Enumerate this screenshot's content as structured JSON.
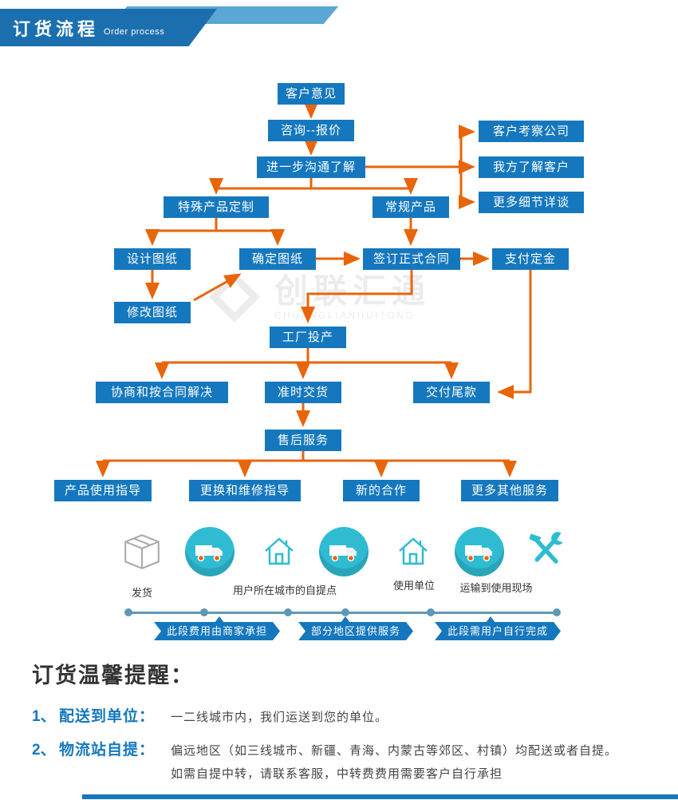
{
  "header": {
    "title": "订货流程",
    "subtitle": "Order process"
  },
  "watermark": {
    "text": "创联汇通",
    "sub": "CHUANGLIANHUITONG"
  },
  "colors": {
    "accent_blue": "#1578be",
    "arrow_orange": "#e8650a",
    "icon_teal": "#2fbcd3"
  },
  "flow": {
    "nodes": [
      {
        "label": "客户意见"
      },
      {
        "label": "咨询--报价"
      },
      {
        "label": "进一步沟通了解"
      },
      {
        "label": "客户考察公司"
      },
      {
        "label": "我方了解客户"
      },
      {
        "label": "更多细节详谈"
      },
      {
        "label": "特殊产品定制"
      },
      {
        "label": "常规产品"
      },
      {
        "label": "设计图纸"
      },
      {
        "label": "确定图纸"
      },
      {
        "label": "签订正式合同"
      },
      {
        "label": "支付定金"
      },
      {
        "label": "修改图纸"
      },
      {
        "label": "工厂投产"
      },
      {
        "label": "协商和按合同解决"
      },
      {
        "label": "准时交货"
      },
      {
        "label": "交付尾款"
      },
      {
        "label": "售后服务"
      },
      {
        "label": "产品使用指导"
      },
      {
        "label": "更换和维修指导"
      },
      {
        "label": "新的合作"
      },
      {
        "label": "更多其他服务"
      }
    ]
  },
  "logistics": {
    "icons": [
      "package-icon",
      "truck-icon",
      "house-icon",
      "truck-icon",
      "house-icon",
      "truck-icon",
      "tools-icon"
    ],
    "labels": {
      "ship": "发货",
      "pickup": "用户所在城市的自提点",
      "unit": "使用单位",
      "transport": "运输到使用现场"
    },
    "ribbons": [
      "此段费用由商家承担",
      "部分地区提供服务",
      "此段需用户自行完成"
    ]
  },
  "reminder": {
    "title": "订货温馨提醒：",
    "items": [
      {
        "num": "1、",
        "head": "配送到单位：",
        "body": "一二线城市内，我们运送到您的单位。"
      },
      {
        "num": "2、",
        "head": "物流站自提：",
        "body": "偏远地区（如三线城市、新疆、青海、内蒙古等郊区、村镇）均配送或者自提。"
      }
    ],
    "note": "如需自提中转，请联系客服，中转费费用需要客户自行承担"
  }
}
